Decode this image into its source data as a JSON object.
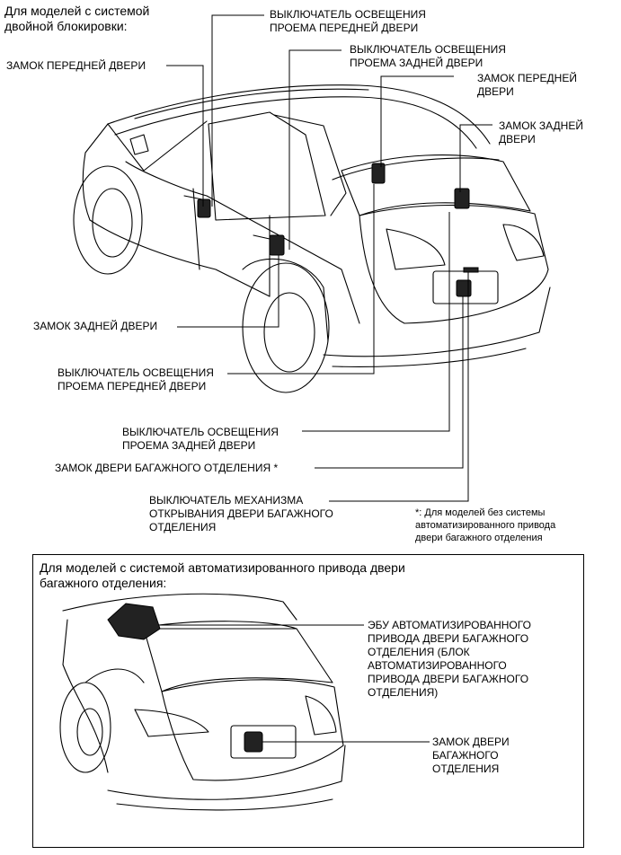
{
  "top": {
    "header": "Для моделей с системой\nдвойной блокировки:",
    "labels": {
      "front_door_lock_left": "ЗАМОК ПЕРЕДНЕЙ ДВЕРИ",
      "front_door_courtesy_top": "ВЫКЛЮЧАТЕЛЬ ОСВЕЩЕНИЯ\nПРОЕМА ПЕРЕДНЕЙ ДВЕРИ",
      "rear_door_courtesy_top": "ВЫКЛЮЧАТЕЛЬ ОСВЕЩЕНИЯ\nПРОЕМА ЗАДНЕЙ ДВЕРИ",
      "front_door_lock_right": "ЗАМОК ПЕРЕДНЕЙ\nДВЕРИ",
      "rear_door_lock_right": "ЗАМОК ЗАДНЕЙ\nДВЕРИ",
      "rear_door_lock_left": "ЗАМОК ЗАДНЕЙ ДВЕРИ",
      "front_door_courtesy_bottom": "ВЫКЛЮЧАТЕЛЬ ОСВЕЩЕНИЯ\nПРОЕМА ПЕРЕДНЕЙ ДВЕРИ",
      "rear_door_courtesy_bottom": "ВЫКЛЮЧАТЕЛЬ ОСВЕЩЕНИЯ\nПРОЕМА ЗАДНЕЙ ДВЕРИ",
      "back_door_lock": "ЗАМОК ДВЕРИ БАГАЖНОГО ОТДЕЛЕНИЯ *",
      "back_door_opener_switch": "ВЫКЛЮЧАТЕЛЬ МЕХАНИЗМА\nОТКРЫВАНИЯ ДВЕРИ БАГАЖНОГО\nОТДЕЛЕНИЯ"
    },
    "footnote": "*: Для моделей без системы\nавтоматизированного привода\nдвери багажного отделения"
  },
  "bottom": {
    "header": "Для моделей с системой автоматизированного привода двери\nбагажного отделения:",
    "labels": {
      "power_back_door_ecu": "ЭБУ АВТОМАТИЗИРОВАННОГО\nПРИВОДА ДВЕРИ БАГАЖНОГО\nОТДЕЛЕНИЯ (БЛОК\nАВТОМАТИЗИРОВАННОГО\nПРИВОДА ДВЕРИ БАГАЖНОГО\nОТДЕЛЕНИЯ)",
      "back_door_lock": "ЗАМОК ДВЕРИ\nБАГАЖНОГО\nОТДЕЛЕНИЯ"
    }
  }
}
